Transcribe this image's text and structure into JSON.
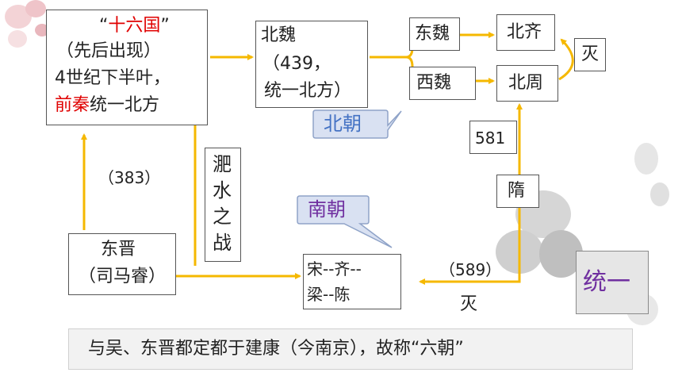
{
  "slide": {
    "box1": {
      "line1_pre": "“",
      "line1_red": "十六国",
      "line1_post": "”",
      "line2": "（先后出现）",
      "line3": "4世纪下半叶，",
      "line4_red": "前秦",
      "line4_post": "统一北方"
    },
    "beiwei": {
      "line1": "北魏",
      "line2": "（439，",
      "line3": "统一北方）"
    },
    "dongwei": "东魏",
    "xiwei": "西魏",
    "beiqi": "北齐",
    "beizhou": "北周",
    "mie_top": "灭",
    "beichao": "北朝",
    "y581": "581",
    "sui": "隋",
    "y383": "（383）",
    "feishui": "淝水之战",
    "nanchao": "南朝",
    "dongjin": {
      "line1": "东晋",
      "line2": "（司马睿）"
    },
    "southern": {
      "line1": "宋--齐--",
      "line2": "梁--陈"
    },
    "y589": "（589）",
    "mie_bottom": "灭",
    "tongyi": "统一",
    "footer": "与吴、东晋都定都于建康（今南京），故称“六朝”"
  },
  "colors": {
    "arrow": "#f5b800",
    "red": "#e00000",
    "purple": "#7030a0",
    "callout_fill": "#d9e1f2",
    "callout_text": "#4472c4"
  }
}
